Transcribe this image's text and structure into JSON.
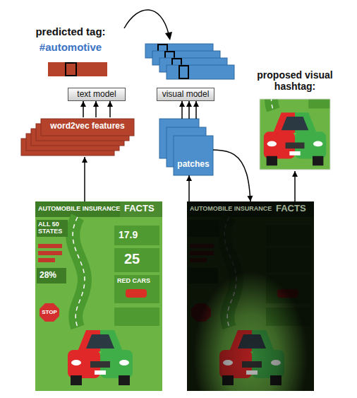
{
  "diagram": {
    "nodes": [
      {
        "text": [
          "predicted tag:",
          "#automotive"
        ]
      },
      {
        "text": [
          "text model"
        ]
      },
      {
        "text": [
          "word2vec features"
        ]
      },
      {
        "text": [
          "AUTOMOBILE INSURANCE",
          "FACTS",
          "ALL 50 STATES",
          "17.9",
          "25",
          "28%",
          "RED CARS",
          "STOP"
        ]
      },
      {
        "text": [
          "visual model"
        ]
      },
      {
        "text": [
          "patches"
        ]
      },
      {
        "text": [
          "AUTOMOBILE INSURANCE",
          "FACTS"
        ]
      },
      {
        "text": [
          "proposed visual hashtag:"
        ]
      }
    ],
    "edges": [
      {
        "from": 3,
        "to": 2,
        "arrow": "to"
      },
      {
        "from": 2,
        "to": 1,
        "arrow": "to"
      },
      {
        "from": 5,
        "to": 4,
        "arrow": "to"
      },
      {
        "from": 6,
        "to": 5,
        "arrow": "to"
      },
      {
        "from": 5,
        "to": 6,
        "arrow": "to"
      },
      {
        "from": 6,
        "to": 7,
        "arrow": "to"
      }
    ]
  }
}
